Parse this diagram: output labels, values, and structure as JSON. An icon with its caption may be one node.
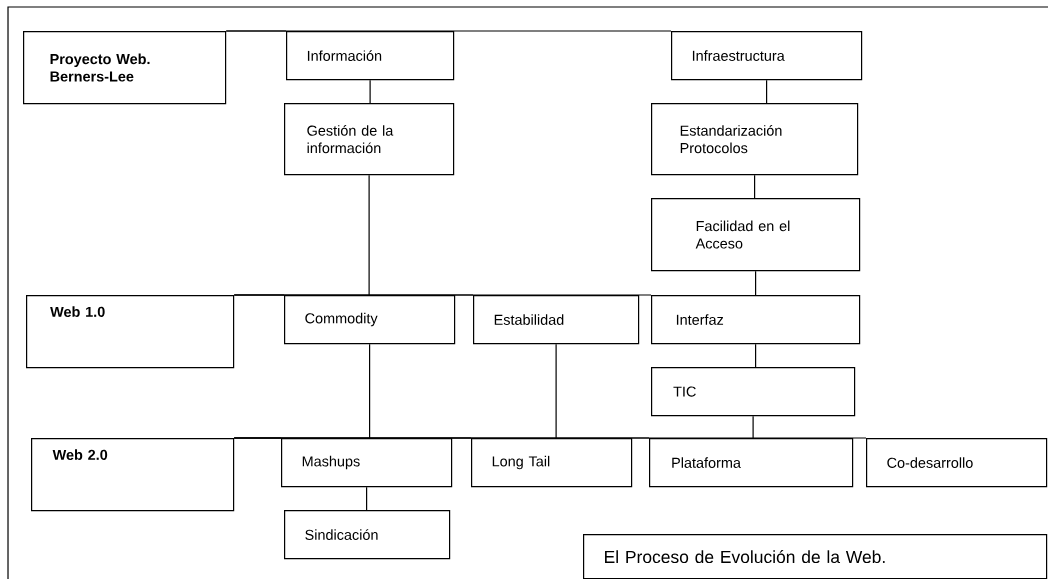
{
  "diagram": {
    "caption": "El Proceso de Evolución de la Web.",
    "nodes": [
      {
        "text": [
          "Proyecto Web. Berners-Lee"
        ]
      },
      {
        "text": [
          "Información"
        ]
      },
      {
        "text": [
          "Infraestructura"
        ]
      },
      {
        "text": [
          "Gestión de la información"
        ]
      },
      {
        "text": [
          "Estandarización Protocolos"
        ]
      },
      {
        "text": [
          "Facilidad en el Acceso"
        ]
      },
      {
        "text": [
          "Web 1.0"
        ]
      },
      {
        "text": [
          "Commodity"
        ]
      },
      {
        "text": [
          "Estabilidad"
        ]
      },
      {
        "text": [
          "Interfaz"
        ]
      },
      {
        "text": [
          "TIC"
        ]
      },
      {
        "text": [
          "Web 2.0"
        ]
      },
      {
        "text": [
          "Mashups"
        ]
      },
      {
        "text": [
          "Long Tail"
        ]
      },
      {
        "text": [
          "Plataforma"
        ]
      },
      {
        "text": [
          "Co-desarrollo"
        ]
      },
      {
        "text": [
          "Sindicación"
        ]
      }
    ],
    "edges": [
      {
        "from": 0,
        "to": 1,
        "arrow": "none"
      },
      {
        "from": 0,
        "to": 2,
        "arrow": "none"
      },
      {
        "from": 1,
        "to": 3,
        "arrow": "none"
      },
      {
        "from": 3,
        "to": 7,
        "arrow": "none"
      },
      {
        "from": 2,
        "to": 4,
        "arrow": "none"
      },
      {
        "from": 4,
        "to": 5,
        "arrow": "none"
      },
      {
        "from": 5,
        "to": 9,
        "arrow": "none"
      },
      {
        "from": 6,
        "to": 7,
        "arrow": "none"
      },
      {
        "from": 6,
        "to": 8,
        "arrow": "none"
      },
      {
        "from": 6,
        "to": 9,
        "arrow": "none"
      },
      {
        "from": 7,
        "to": 12,
        "arrow": "none"
      },
      {
        "from": 8,
        "to": 13,
        "arrow": "none"
      },
      {
        "from": 9,
        "to": 10,
        "arrow": "none"
      },
      {
        "from": 10,
        "to": 14,
        "arrow": "none"
      },
      {
        "from": 11,
        "to": 12,
        "arrow": "none"
      },
      {
        "from": 11,
        "to": 13,
        "arrow": "none"
      },
      {
        "from": 11,
        "to": 14,
        "arrow": "none"
      },
      {
        "from": 11,
        "to": 15,
        "arrow": "none"
      },
      {
        "from": 12,
        "to": 16,
        "arrow": "none"
      }
    ]
  }
}
